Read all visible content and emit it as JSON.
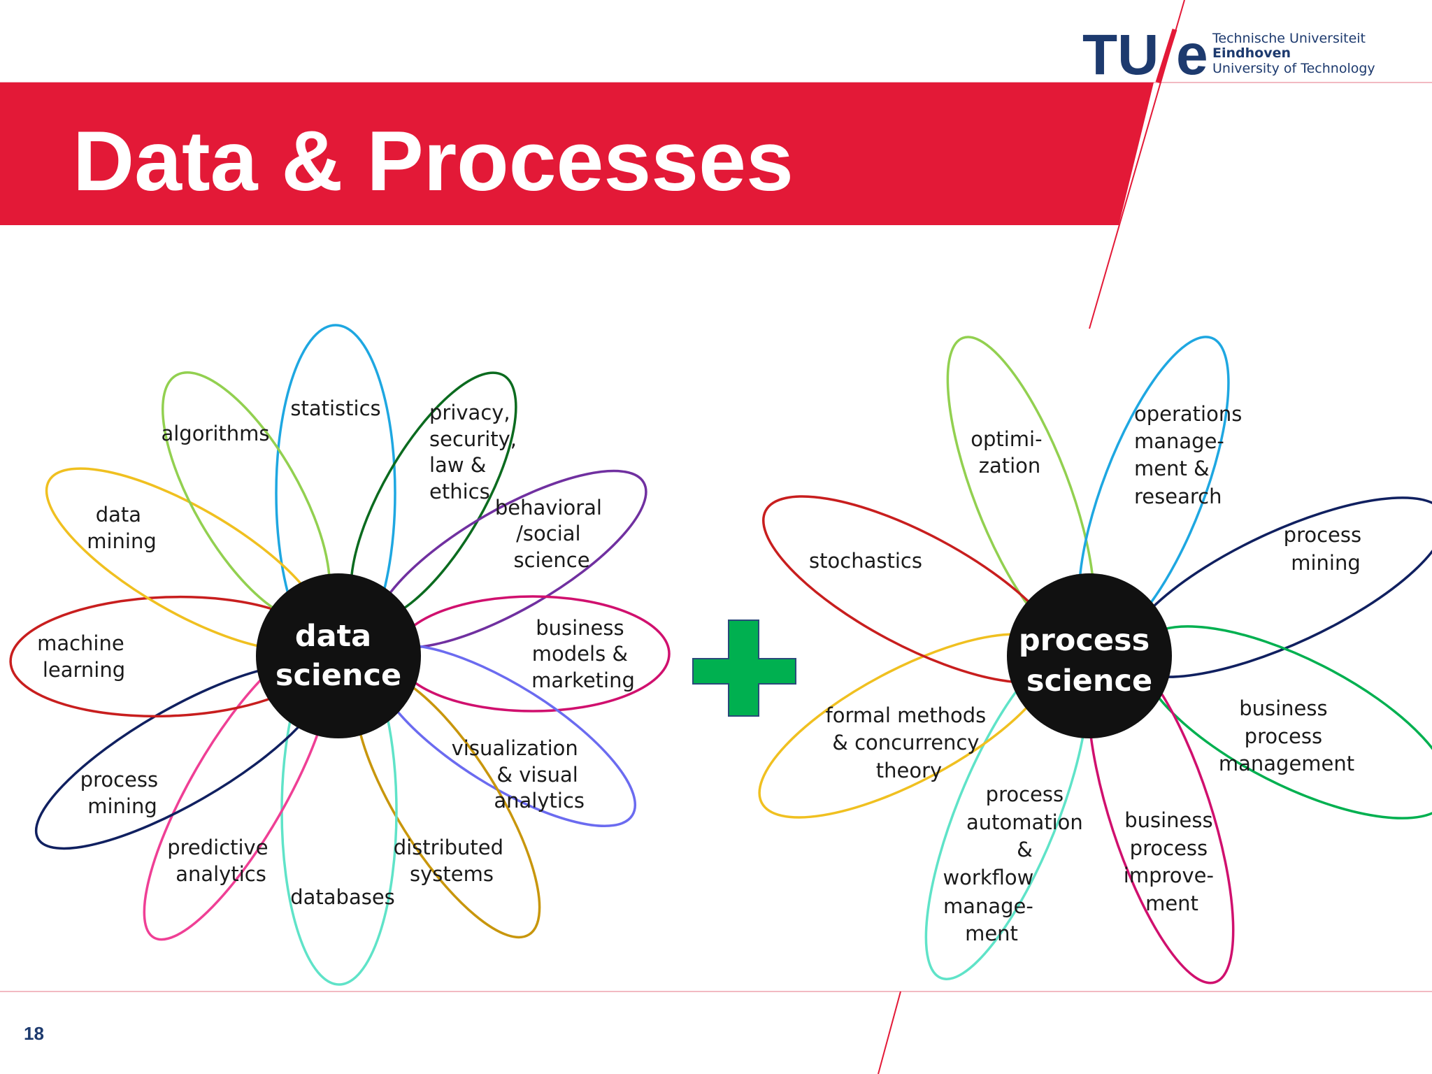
{
  "slide": {
    "title": "Data & Processes",
    "page_number": "18"
  },
  "logo": {
    "mark_left": "TU",
    "mark_right": "e",
    "line1": "Technische Universiteit",
    "line2": "Eindhoven",
    "line3": "University of Technology"
  },
  "colors": {
    "brand_red": "#e31937",
    "brand_blue": "#1d3a6e",
    "plus_green": "#00b050"
  },
  "data_science": {
    "center": [
      "data",
      "science"
    ],
    "petals": [
      {
        "name": "statistics",
        "lines": [
          "statistics"
        ],
        "color": "#1ea7e1"
      },
      {
        "name": "privacy",
        "lines": [
          "privacy,",
          "security,",
          "law &",
          "ethics"
        ],
        "color": "#0b6b1f"
      },
      {
        "name": "behavioral",
        "lines": [
          "behavioral",
          "/social",
          "science"
        ],
        "color": "#7030a0"
      },
      {
        "name": "business-models",
        "lines": [
          "business",
          "models &",
          "marketing"
        ],
        "color": "#d0106e"
      },
      {
        "name": "visualization",
        "lines": [
          "visualization",
          "& visual",
          "analytics"
        ],
        "color": "#6b6bf0"
      },
      {
        "name": "distributed",
        "lines": [
          "distributed",
          "systems"
        ],
        "color": "#c8960c"
      },
      {
        "name": "databases",
        "lines": [
          "databases"
        ],
        "color": "#5fe3c8"
      },
      {
        "name": "predictive",
        "lines": [
          "predictive",
          "analytics"
        ],
        "color": "#ef3f95"
      },
      {
        "name": "process-mining",
        "lines": [
          "process",
          "mining"
        ],
        "color": "#102060"
      },
      {
        "name": "machine-learning",
        "lines": [
          "machine",
          "learning"
        ],
        "color": "#c81e1e"
      },
      {
        "name": "data-mining",
        "lines": [
          "data",
          "mining"
        ],
        "color": "#f0c020"
      },
      {
        "name": "algorithms",
        "lines": [
          "algorithms"
        ],
        "color": "#92d050"
      }
    ]
  },
  "process_science": {
    "center": [
      "process",
      "science"
    ],
    "petals": [
      {
        "name": "optimization",
        "lines": [
          "optimi-",
          "zation"
        ],
        "color": "#92d050"
      },
      {
        "name": "operations",
        "lines": [
          "operations",
          "manage-",
          "ment &",
          "research"
        ],
        "color": "#1ea7e1"
      },
      {
        "name": "process-mining",
        "lines": [
          "process",
          "mining"
        ],
        "color": "#102060"
      },
      {
        "name": "bpm",
        "lines": [
          "business",
          "process",
          "management"
        ],
        "color": "#00b050"
      },
      {
        "name": "bpi",
        "lines": [
          "business",
          "process",
          "improve-",
          "ment"
        ],
        "color": "#d0106e"
      },
      {
        "name": "automation",
        "lines": [
          "process",
          "automation",
          "&",
          "workflow",
          "manage-",
          "ment"
        ],
        "color": "#5fe3c8"
      },
      {
        "name": "formal-methods",
        "lines": [
          "formal methods",
          "& concurrency",
          "theory"
        ],
        "color": "#f0c020"
      },
      {
        "name": "stochastics",
        "lines": [
          "stochastics"
        ],
        "color": "#c81e1e"
      }
    ]
  }
}
